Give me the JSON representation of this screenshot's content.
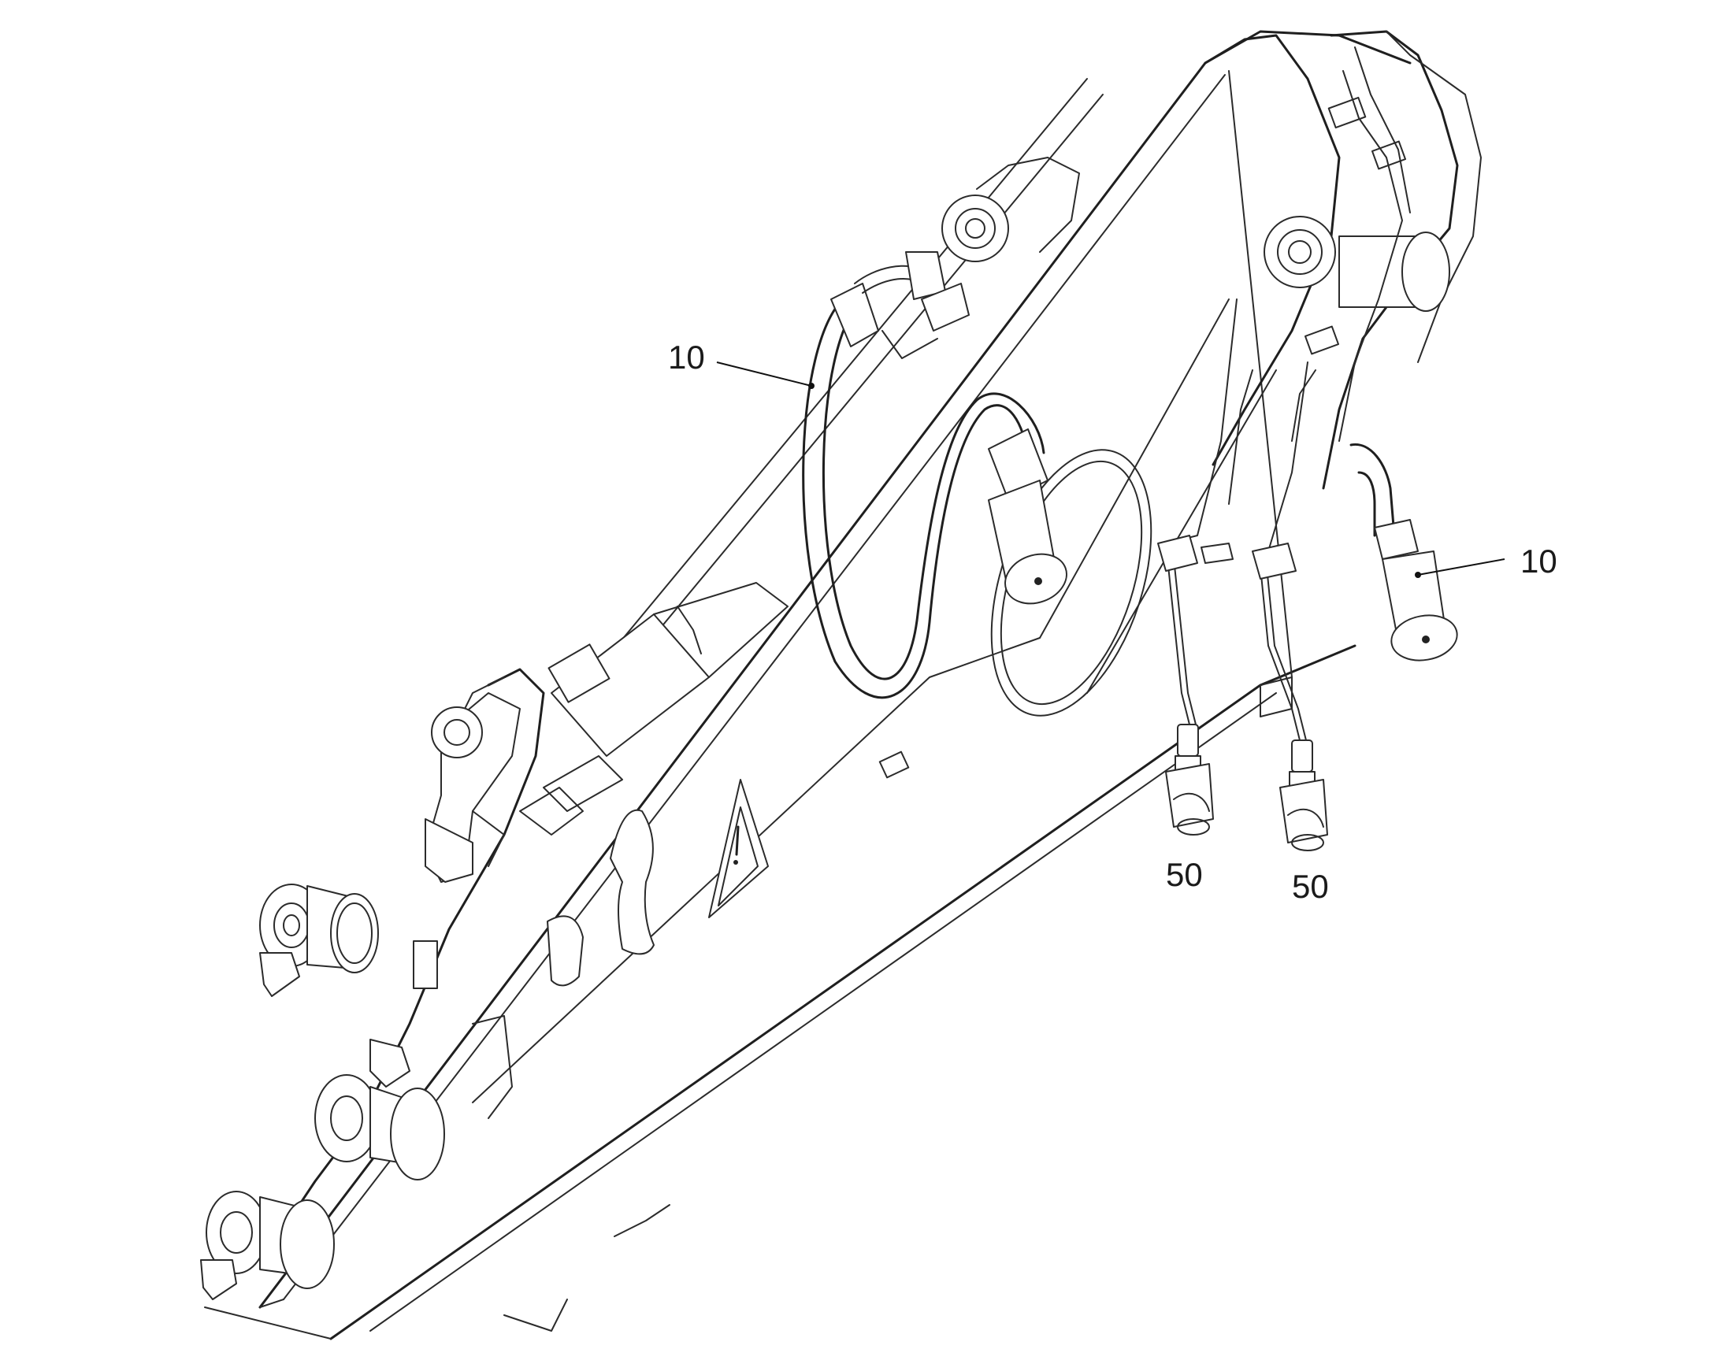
{
  "callouts": {
    "hose_left": "10",
    "hose_right": "10",
    "fitting_left": "50",
    "fitting_right": "50"
  },
  "colors": {
    "line": "#2b2b2b",
    "background": "#ffffff"
  }
}
